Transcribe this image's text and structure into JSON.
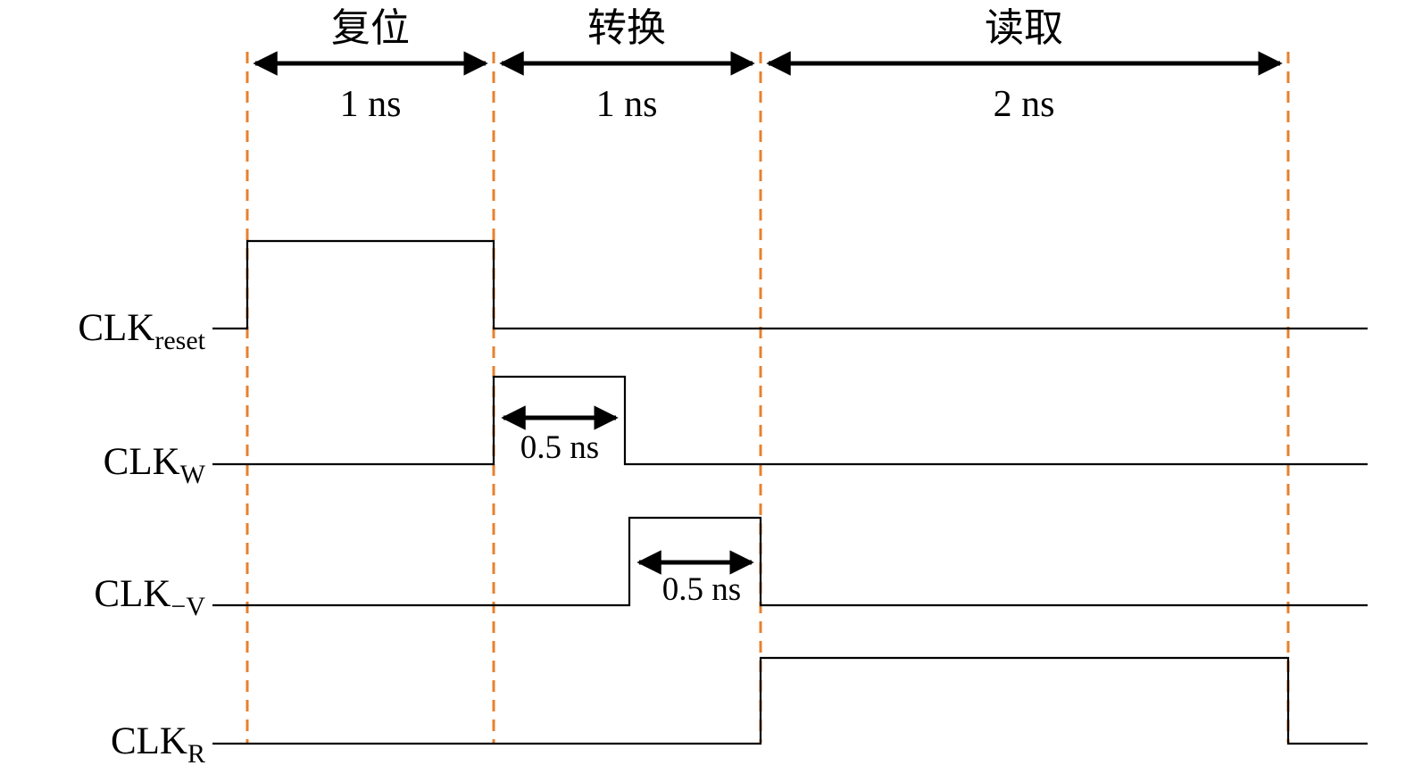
{
  "phases": {
    "reset": {
      "label": "复位",
      "duration": "1 ns"
    },
    "convert": {
      "label": "转换",
      "duration": "1 ns"
    },
    "read": {
      "label": "读取",
      "duration": "2 ns"
    }
  },
  "signals": {
    "reset": {
      "base": "CLK",
      "sub": "reset"
    },
    "w": {
      "base": "CLK",
      "sub": "W",
      "pulse_width": "0.5 ns"
    },
    "v": {
      "base": "CLK",
      "sub": "−V",
      "pulse_width": "0.5 ns"
    },
    "r": {
      "base": "CLK",
      "sub": "R"
    }
  },
  "colors": {
    "boundary": "#E8802D",
    "signal": "#000000",
    "arrow": "#000000",
    "background": "#FFFFFF"
  }
}
